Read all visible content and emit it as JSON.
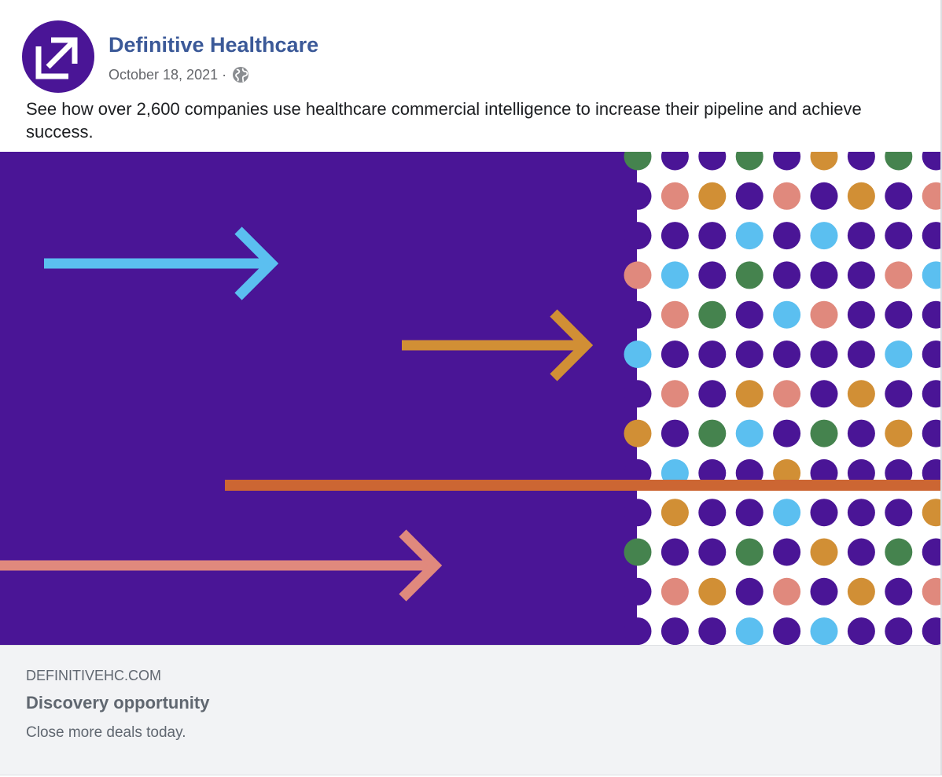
{
  "post": {
    "page_name": "Definitive Healthcare",
    "date": "October 18, 2021",
    "separator": "·",
    "audience_icon": "globe-icon",
    "caption": "See how over 2,600 companies use healthcare commercial intelligence to increase their pipeline and achieve success."
  },
  "avatar": {
    "icon": "arrow-up-right-logo-icon",
    "color": "#4a1596"
  },
  "banner": {
    "background_color": "#4a1596",
    "arrow_colors": [
      "#5bbff0",
      "#d18f35",
      "#e0897d",
      "#cc6633"
    ],
    "dot_colors": {
      "P": "#4a1596",
      "G": "#45834e",
      "O": "#d18f35",
      "K": "#e0897d",
      "B": "#5bbff0"
    },
    "dot_rows": [
      "GPPGPOPGP",
      "PKOPKPOPK",
      "PPPBPBPPP",
      "KBPGPPPKB",
      "PKGPBKPPP",
      "BPPPPPPBP",
      "PKPOKPOPP",
      "OPGBPGPOP",
      "PBPPOPPPP",
      "POPPBPPPO",
      "GPPGPOPGP",
      "PKOPKPOPK",
      "PPPBPBPPP"
    ]
  },
  "link_card": {
    "domain": "DEFINITIVEHC.COM",
    "headline": "Discovery opportunity",
    "description": "Close more deals today."
  }
}
